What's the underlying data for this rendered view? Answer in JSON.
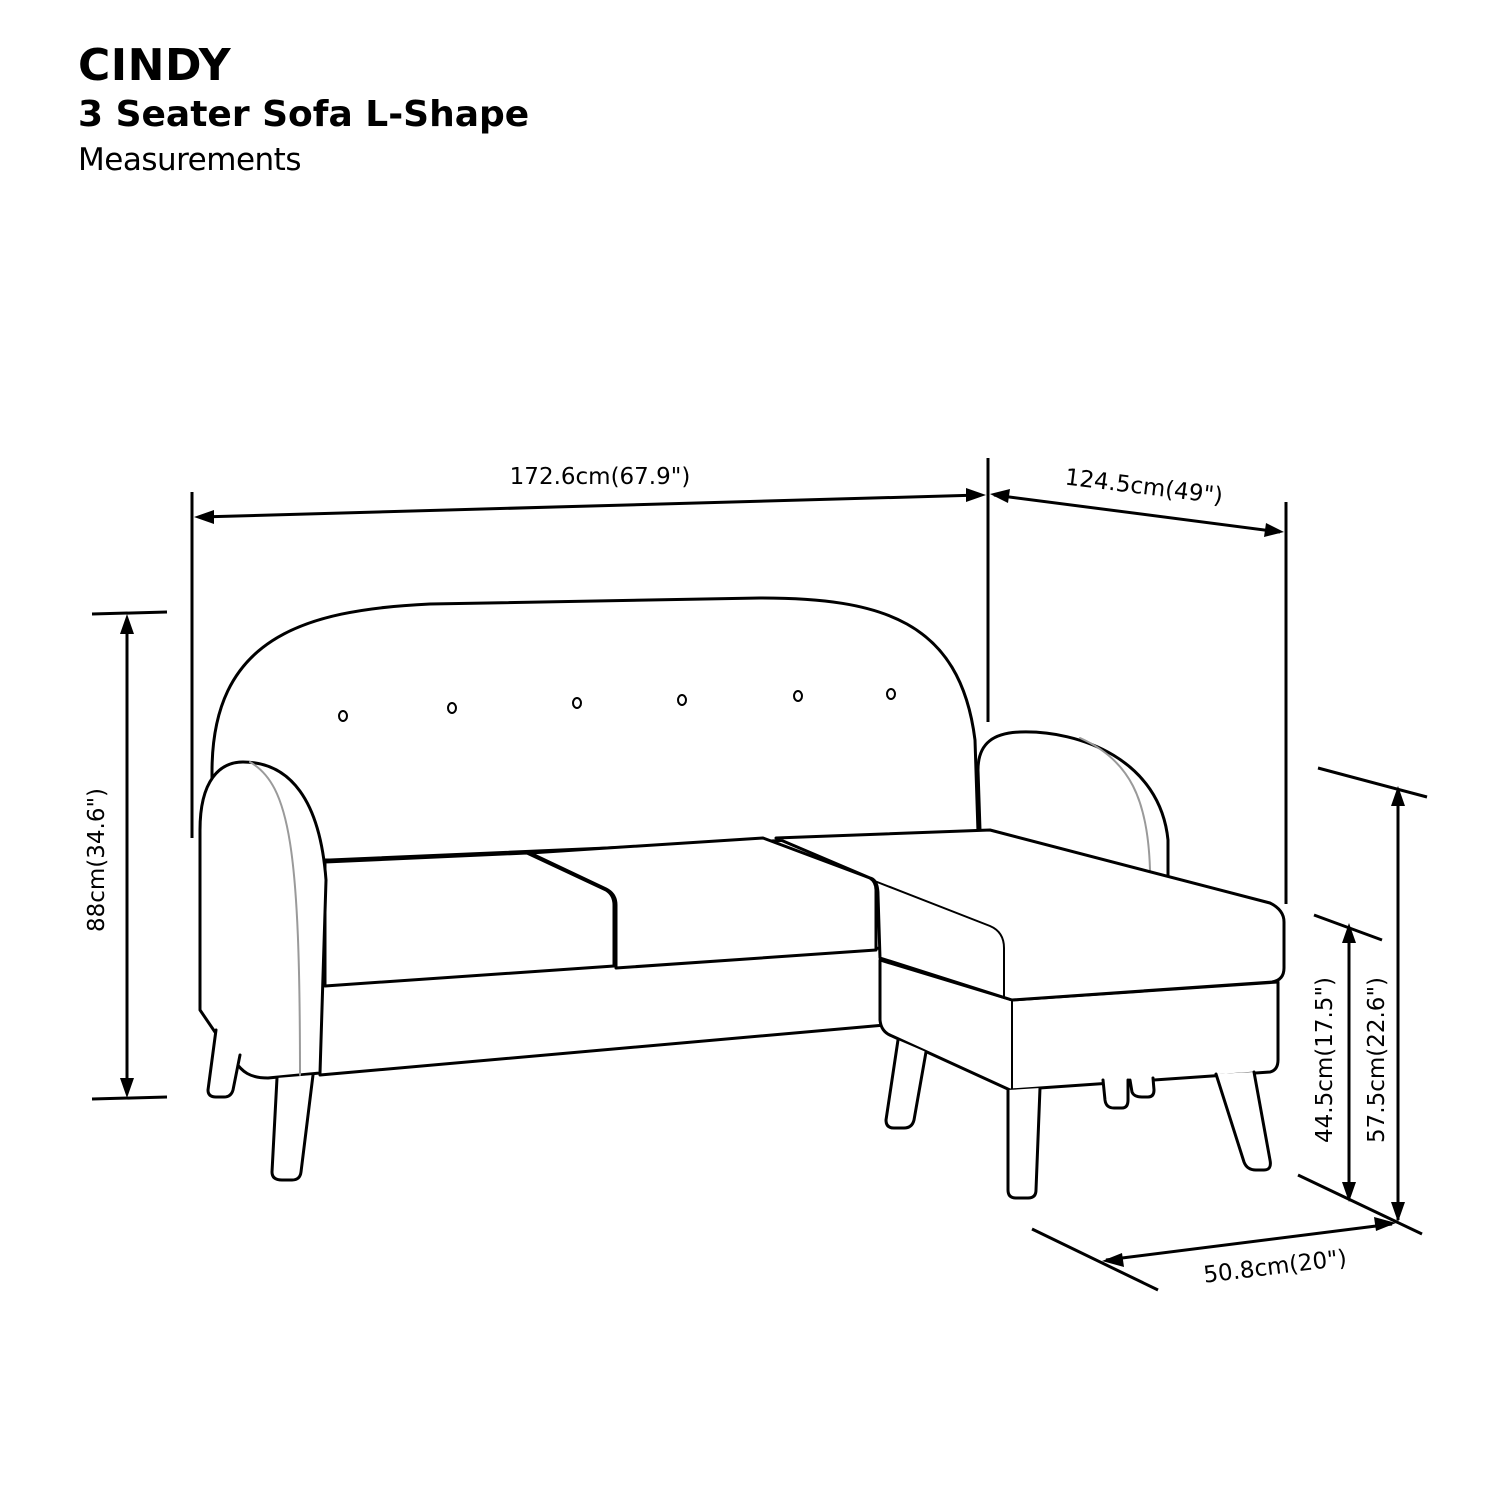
{
  "header": {
    "title": "CINDY",
    "subtitle": "3 Seater Sofa L-Shape",
    "caption": "Measurements"
  },
  "dimensions": {
    "overall_width": "172.6cm(67.9\")",
    "chaise_depth": "124.5cm(49\")",
    "overall_height": "88cm(34.6\")",
    "seat_height": "44.5cm(17.5\")",
    "chaise_height": "57.5cm(22.6\")",
    "chaise_width": "50.8cm(20\")"
  },
  "colors": {
    "line": "#000000",
    "background": "#ffffff"
  }
}
